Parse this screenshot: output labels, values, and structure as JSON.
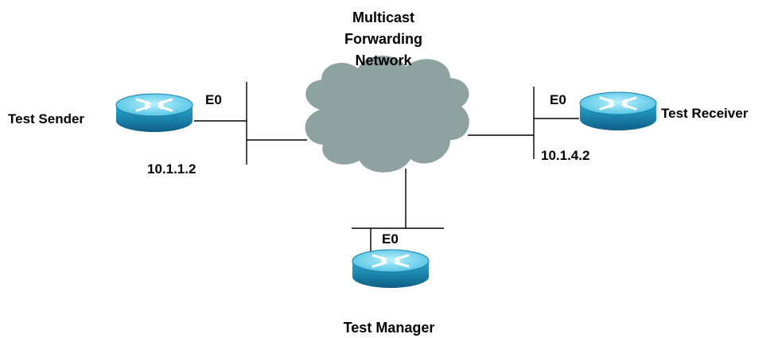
{
  "cloud": {
    "title_lines": [
      "Multicast",
      "Forwarding",
      "Network"
    ]
  },
  "routers": {
    "sender": {
      "name": "Test Sender",
      "interface": "E0",
      "address": "10.1.1.2"
    },
    "receiver": {
      "name": "Test Receiver",
      "interface": "E0",
      "address": "10.1.4.2"
    },
    "manager": {
      "name": "Test Manager",
      "interface": "E0"
    }
  },
  "colors": {
    "cloud": "#8ea2a2",
    "router_top": "#8fdff2",
    "router_side": "#1d8fb9",
    "router_dark": "#0f5f82",
    "line": "#000000"
  },
  "icons": {
    "router": "router-icon",
    "cloud": "cloud-icon"
  }
}
